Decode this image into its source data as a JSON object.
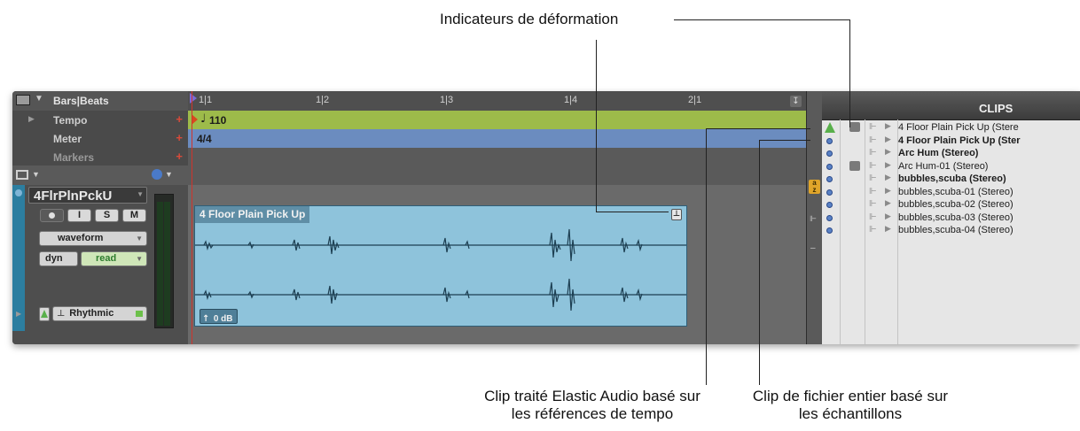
{
  "callouts": {
    "warp_indicators": "Indicateurs de déformation",
    "elastic_clip_line1": "Clip traité Elastic Audio basé sur",
    "elastic_clip_line2": "les références de tempo",
    "whole_file_line1": "Clip de fichier entier basé sur",
    "whole_file_line2": "les échantillons"
  },
  "rulers": {
    "main_ruler_label": "Bars|Beats",
    "rows": [
      {
        "label": "Tempo",
        "value": "110"
      },
      {
        "label": "Meter",
        "value": "4/4"
      },
      {
        "label": "Markers",
        "value": ""
      }
    ],
    "bar_numbers": [
      "1|1",
      "1|2",
      "1|3",
      "1|4",
      "2|1"
    ]
  },
  "track": {
    "name": "4FlrPlnPckU",
    "buttons": {
      "input": "I",
      "solo": "S",
      "mute": "M"
    },
    "view_selector": "waveform",
    "automation_type": "dyn",
    "automation_mode": "read",
    "elastic_mode": "Rhythmic"
  },
  "clip": {
    "name": "4 Floor Plain Pick Up",
    "gain": "0 dB"
  },
  "clips_list": {
    "title": "CLIPS",
    "items": [
      {
        "name": "4 Floor Plain Pick Up (Stere",
        "bold": false,
        "icon": "warp-triangle-icon",
        "warp_indicator": true
      },
      {
        "name": "4 Floor Plain Pick Up (Ster",
        "bold": true,
        "icon": "sample-dot-icon",
        "warp_indicator": false
      },
      {
        "name": "Arc Hum (Stereo)",
        "bold": true,
        "icon": "sample-dot-icon",
        "warp_indicator": false
      },
      {
        "name": "Arc Hum-01 (Stereo)",
        "bold": false,
        "icon": "sample-dot-icon",
        "warp_indicator": true
      },
      {
        "name": "bubbles,scuba (Stereo)",
        "bold": true,
        "icon": "sample-dot-icon",
        "warp_indicator": false
      },
      {
        "name": "bubbles,scuba-01 (Stereo)",
        "bold": false,
        "icon": "sample-dot-icon",
        "warp_indicator": false
      },
      {
        "name": "bubbles,scuba-02 (Stereo)",
        "bold": false,
        "icon": "sample-dot-icon",
        "warp_indicator": false
      },
      {
        "name": "bubbles,scuba-03 (Stereo)",
        "bold": false,
        "icon": "sample-dot-icon",
        "warp_indicator": false
      },
      {
        "name": "bubbles,scuba-04 (Stereo)",
        "bold": false,
        "icon": "sample-dot-icon",
        "warp_indicator": false
      }
    ]
  },
  "colors": {
    "tempo_ruler": "#9dbb4a",
    "meter_ruler": "#6b8cbf",
    "clip_body": "#8ec3db",
    "clip_header": "#5f8ea6",
    "clips_panel": "#e6e6e6",
    "playhead": "#d0342c"
  }
}
